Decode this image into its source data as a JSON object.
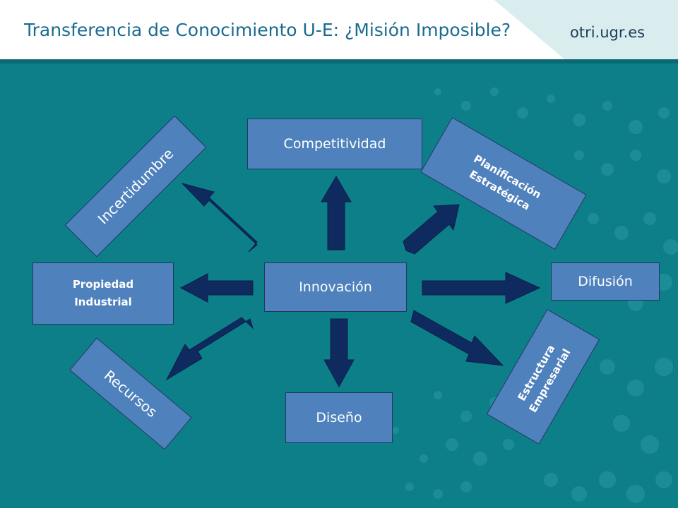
{
  "header": {
    "title": "Transferencia de Conocimiento U-E: ¿Misión Imposible?",
    "brand": "otri.ugr.es"
  },
  "diagram": {
    "center": "Innovación",
    "nodes": {
      "competitividad": "Competitividad",
      "incertidumbre": "Incertidumbre",
      "planificacion": "Planificación\nEstratégica",
      "propiedad": "Propiedad\nIndustrial",
      "difusion": "Difusión",
      "recursos": "Recursos",
      "diseno": "Diseño",
      "estructura": "Estructura\nEmpresarial"
    }
  },
  "colors": {
    "background": "#0d7f89",
    "box_fill": "#4f81bd",
    "box_border": "#1f3864",
    "arrow": "#0f2a5e",
    "title": "#1a6b8f"
  }
}
